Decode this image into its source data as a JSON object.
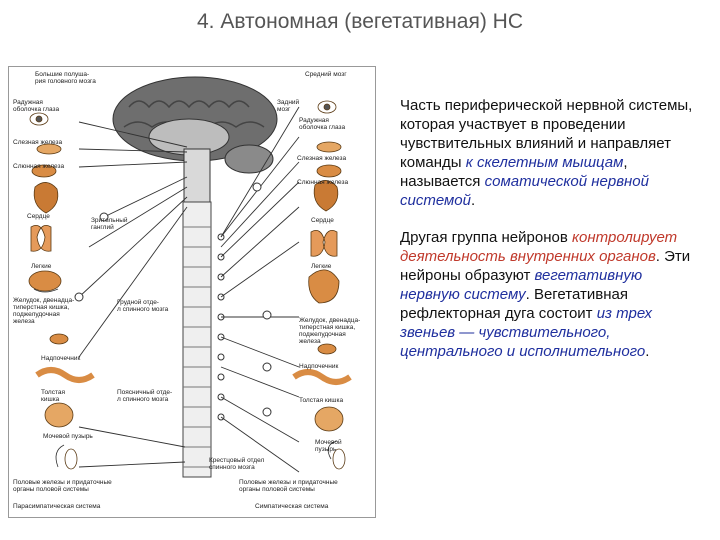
{
  "title": "4. Автономная (вегетативная) НС",
  "figure": {
    "labels": {
      "top_left": "Большие полуша-\nрия головного мозга",
      "iris_l": "Радужная\nоболочка глаза",
      "lacrimal_l": "Слезная железа",
      "salivary_l": "Слюнная железа",
      "heart_l": "Сердце",
      "ganglion": "Зрительный\nганглий",
      "lungs_l": "Легкие",
      "stomach_l": "Желудок, двенадца-\nтиперстная кишка,\nподжелудочная\nжелеза",
      "adrenal_l": "Надпочечник",
      "colon_l": "Толстая\nкишка",
      "bladder_l": "Мочевой пузырь",
      "glands_l": "Половые железы и придаточные\nорганы половой системы",
      "parasym": "Парасимпатическая система",
      "midbrain": "Средний мозг",
      "hindbrain": "Задний\nмозг",
      "iris_r": "Радужная\nоболочка глаза",
      "lacrimal_r": "Слезная железа",
      "salivary_r": "Слюнная железа",
      "heart_r": "Сердце",
      "lungs_r": "Легкие",
      "thoracic": "Грудной отде-\nл спинного мозга",
      "stomach_r": "Желудок, двенадца-\nтиперстная кишка,\nподжелудочная\nжелеза",
      "adrenal_r": "Надпочечник",
      "lumbar": "Поясничный отде-\nл спинного мозга",
      "colon_r": "Толстая кишка",
      "bladder_r": "Мочевой\nпузырь",
      "sacral": "Крестцовый отдел\nспинного мозга",
      "glands_r": "Половые железы и придаточные\nорганы половой системы",
      "sym": "Симпатическая система"
    }
  },
  "text": {
    "p1_a": "Часть периферической нервной системы, которая участвует в проведении чувствительных влияний и направляет команды ",
    "p1_b": "к скелетным мышцам",
    "p1_c": ", называется ",
    "p1_d": "соматической нервной системой",
    "p1_e": ".",
    "p2_a": "Другая группа нейронов ",
    "p2_b": "контролирует деятельность внутренних органов",
    "p2_c": ". Эти нейроны образуют ",
    "p2_d": "вегетативную нервную систему",
    "p2_e": ". Вегетативная рефлекторная дуга состоит ",
    "p2_f": "из трех звеньев — чувствительного, центрального и исполнительного",
    "p2_g": "."
  },
  "colors": {
    "blue": "#1f2f9e",
    "red": "#c0392b",
    "title": "#555555",
    "organ": "#e08a3c"
  }
}
